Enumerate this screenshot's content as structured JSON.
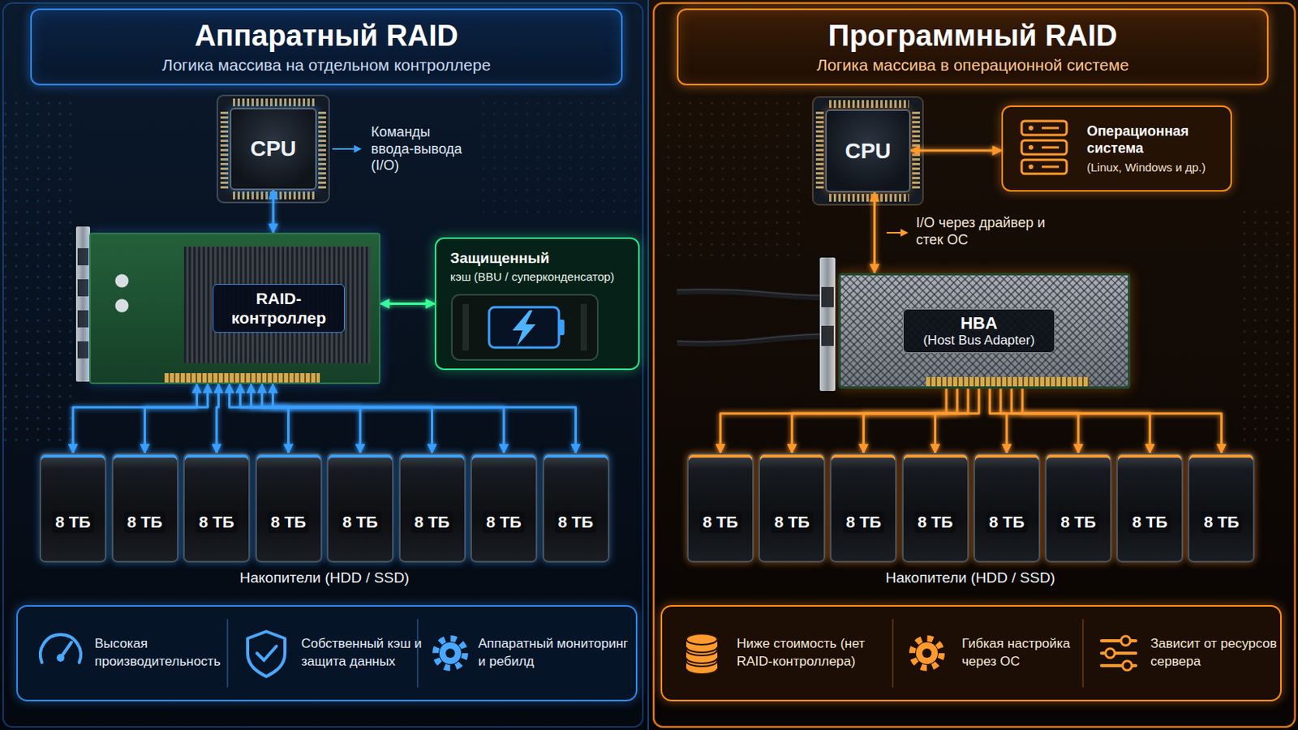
{
  "diagram": {
    "nodes": [
      {
        "text": [
          "Аппаратный RAID",
          "Логика массива на отдельном контроллере"
        ]
      },
      {
        "text": [
          "CPU"
        ]
      },
      {
        "text": [
          "RAID- контроллер"
        ]
      },
      {
        "text": [
          "Защищенный",
          "кэш (BBU / суперконденсатор)"
        ]
      },
      {
        "text": [
          "8 ТБ"
        ]
      },
      {
        "text": [
          "8 ТБ"
        ]
      },
      {
        "text": [
          "8 ТБ"
        ]
      },
      {
        "text": [
          "8 ТБ"
        ]
      },
      {
        "text": [
          "8 ТБ"
        ]
      },
      {
        "text": [
          "8 ТБ"
        ]
      },
      {
        "text": [
          "8 ТБ"
        ]
      },
      {
        "text": [
          "8 ТБ"
        ]
      },
      {
        "text": [
          "Высокая производительность",
          "Собственный кэш и защита данных",
          "Аппаратный мониторинг и ребилд"
        ]
      },
      {
        "text": [
          "Программный RAID",
          "Логика массива в операционной системе"
        ]
      },
      {
        "text": [
          "CPU"
        ]
      },
      {
        "text": [
          "Операционная система",
          "(Linux, Windows и др.)"
        ]
      },
      {
        "text": [
          "HBA",
          "(Host Bus Adapter)"
        ]
      },
      {
        "text": [
          "8 ТБ"
        ]
      },
      {
        "text": [
          "8 ТБ"
        ]
      },
      {
        "text": [
          "8 ТБ"
        ]
      },
      {
        "text": [
          "8 ТБ"
        ]
      },
      {
        "text": [
          "8 ТБ"
        ]
      },
      {
        "text": [
          "8 ТБ"
        ]
      },
      {
        "text": [
          "8 ТБ"
        ]
      },
      {
        "text": [
          "8 ТБ"
        ]
      },
      {
        "text": [
          "Ниже стоимость (нет RAID-контроллера)",
          "Гибкая настройка через ОС",
          "Зависит от ресурсов сервера"
        ]
      }
    ],
    "edges": [
      {
        "from": 1,
        "to": 2,
        "arrow": "both"
      },
      {
        "from": 2,
        "to": 3,
        "arrow": "both"
      },
      {
        "from": 2,
        "to": 4,
        "arrow": "both"
      },
      {
        "from": 2,
        "to": 5,
        "arrow": "both"
      },
      {
        "from": 2,
        "to": 6,
        "arrow": "both"
      },
      {
        "from": 2,
        "to": 7,
        "arrow": "both"
      },
      {
        "from": 2,
        "to": 8,
        "arrow": "both"
      },
      {
        "from": 2,
        "to": 9,
        "arrow": "both"
      },
      {
        "from": 2,
        "to": 10,
        "arrow": "both"
      },
      {
        "from": 2,
        "to": 11,
        "arrow": "both"
      },
      {
        "from": 14,
        "to": 15,
        "arrow": "both"
      },
      {
        "from": 14,
        "to": 16,
        "arrow": "both"
      },
      {
        "from": 16,
        "to": 17,
        "arrow": "to"
      },
      {
        "from": 16,
        "to": 18,
        "arrow": "to"
      },
      {
        "from": 16,
        "to": 19,
        "arrow": "to"
      },
      {
        "from": 16,
        "to": 20,
        "arrow": "to"
      },
      {
        "from": 16,
        "to": 21,
        "arrow": "to"
      },
      {
        "from": 16,
        "to": 22,
        "arrow": "to"
      },
      {
        "from": 16,
        "to": 23,
        "arrow": "to"
      },
      {
        "from": 16,
        "to": 24,
        "arrow": "to"
      }
    ],
    "labels": [
      "Команды ввода-вывода (I/O)",
      "Накопители (HDD / SSD)",
      "I/O через драйвер и стек ОС",
      "Накопители (HDD / SSD)"
    ]
  }
}
